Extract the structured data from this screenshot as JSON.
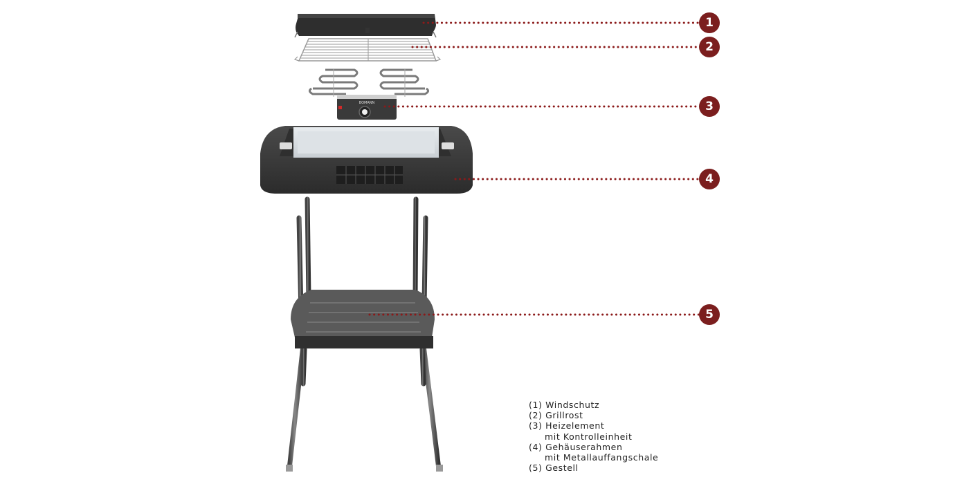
{
  "diagram": {
    "title": "",
    "parts": [
      {
        "number": "1",
        "name": "Windschutz"
      },
      {
        "number": "2",
        "name": "Grillrost"
      },
      {
        "number": "3",
        "name": "Heizelement",
        "name_line2": "mit Kontrolleinheit"
      },
      {
        "number": "4",
        "name": "Gehäuserahmen",
        "name_line2": "mit Metallauffangschale"
      },
      {
        "number": "5",
        "name": "Gestell"
      }
    ],
    "legend": {
      "line1": "(1) Windschutz",
      "line2": "(2) Grillrost",
      "line3": "(3) Heizelement",
      "line4": "mit Kontrolleinheit",
      "line5": "(4) Gehäuserahmen",
      "line6": "mit Metallauffangschale",
      "line7": "(5) Gestell"
    },
    "brand_label": "BOMANN",
    "colors": {
      "marker": "#7b1e1e",
      "leader": "#8b1a1a",
      "text": "#222222"
    }
  }
}
